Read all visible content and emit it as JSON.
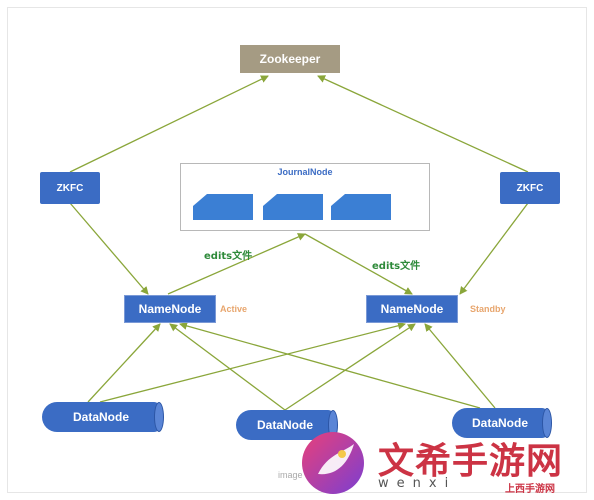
{
  "diagram": {
    "nodes": {
      "zookeeper": "Zookeeper",
      "zkfc_left": "ZKFC",
      "zkfc_right": "ZKFC",
      "journalnode": "JournalNode",
      "namenode_active": "NameNode",
      "namenode_standby": "NameNode",
      "datanode_1": "DataNode",
      "datanode_2": "DataNode",
      "datanode_3": "DataNode"
    },
    "status": {
      "active": "Active",
      "standby": "Standby"
    },
    "edge_labels": {
      "edits_left": "edits文件",
      "edits_right": "edits文件"
    },
    "colors": {
      "node": "#3b6cc4",
      "zookeeper": "#a59b83",
      "edge": "#8aa63a",
      "label": "#2e8a3a",
      "status": "#e8a66e"
    }
  },
  "watermark": {
    "text": "文希手游网",
    "url": "wenxi",
    "img_text": "image",
    "tag": "上西手游网"
  }
}
